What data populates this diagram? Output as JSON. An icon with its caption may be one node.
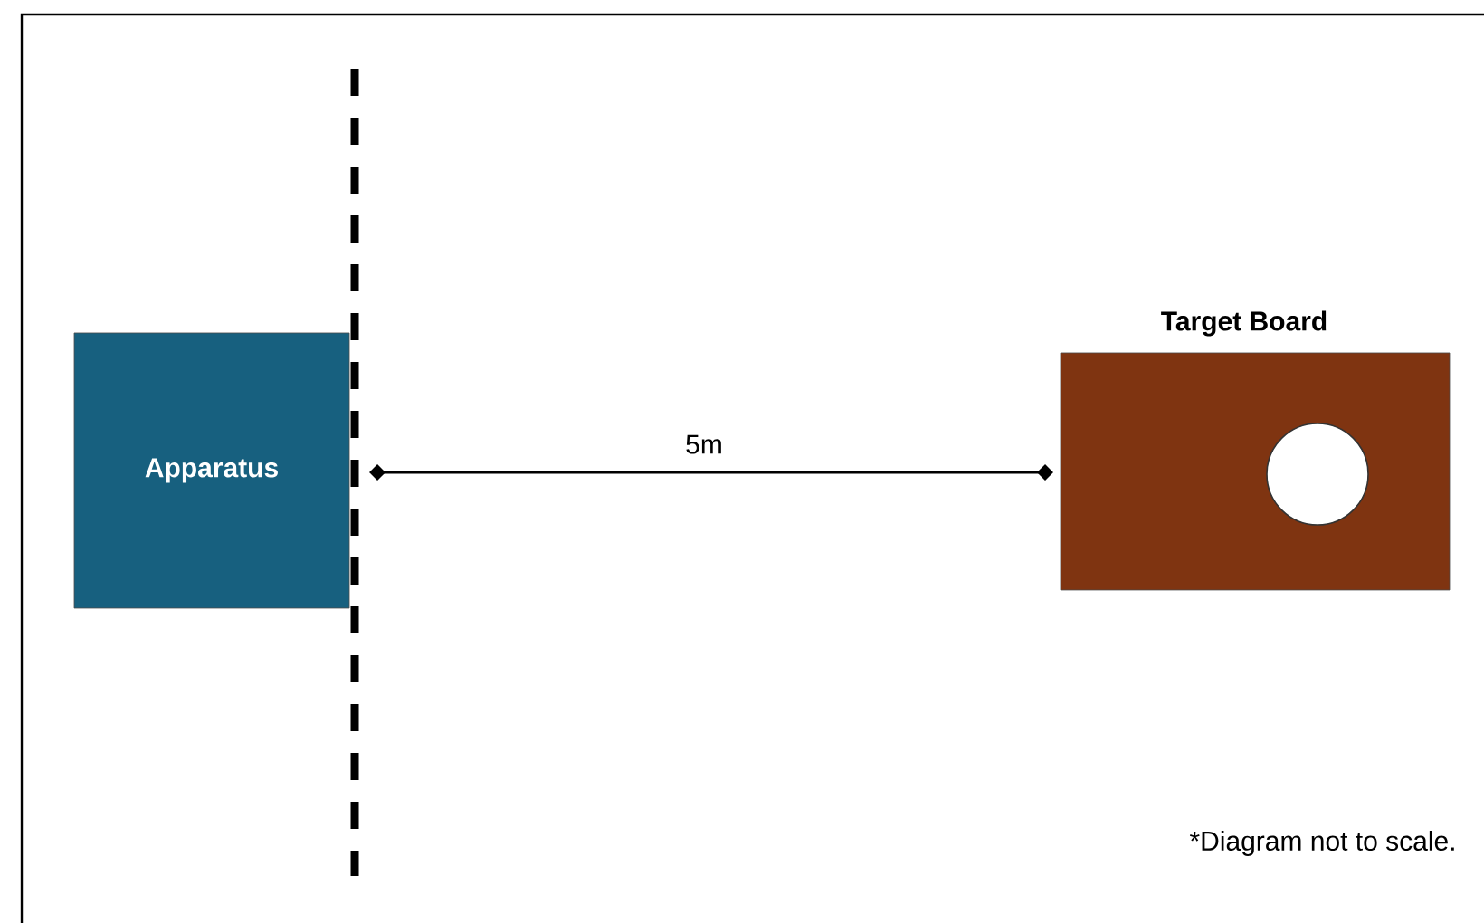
{
  "diagram": {
    "nodes": [
      {
        "text": [
          "Apparatus"
        ]
      },
      {
        "text": [
          "Target Board"
        ]
      }
    ],
    "labels": [
      "5m",
      "*Diagram not to scale."
    ]
  }
}
